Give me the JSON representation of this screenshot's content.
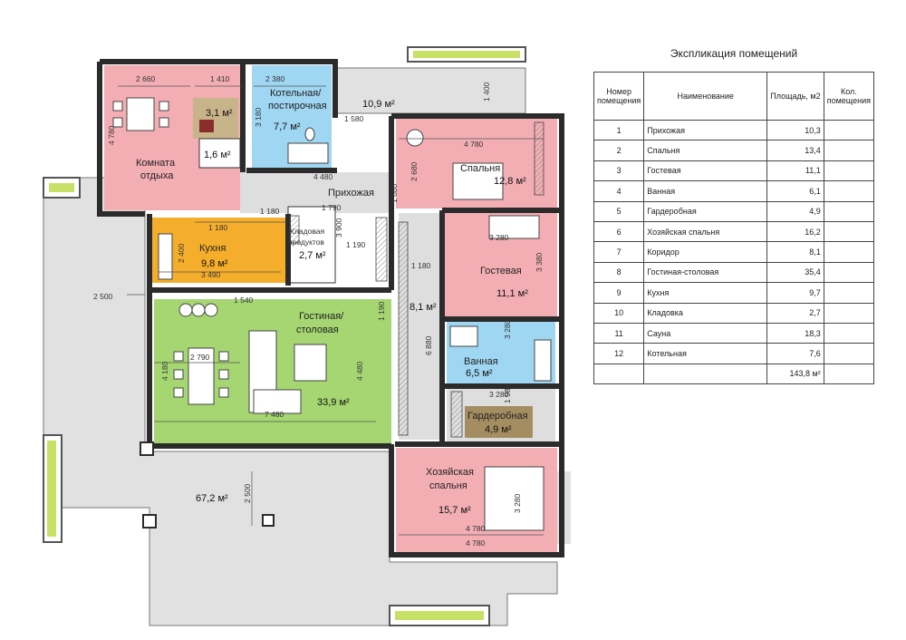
{
  "legend": {
    "title": "Экспликация помещений",
    "headers": {
      "num": "Номер помещения",
      "name": "Наименование",
      "area": "Площадь, м2",
      "count": "Кол. помещения"
    },
    "rows": [
      {
        "num": "1",
        "name": "Прихожая",
        "area": "10,3"
      },
      {
        "num": "2",
        "name": "Спальня",
        "area": "13,4"
      },
      {
        "num": "3",
        "name": "Гостевая",
        "area": "11,1"
      },
      {
        "num": "4",
        "name": "Ванная",
        "area": "6,1"
      },
      {
        "num": "5",
        "name": "Гардеробная",
        "area": "4,9"
      },
      {
        "num": "6",
        "name": "Хозяйская спальня",
        "area": "16,2"
      },
      {
        "num": "7",
        "name": "Коридор",
        "area": "8,1"
      },
      {
        "num": "8",
        "name": "Гостиная-столовая",
        "area": "35,4"
      },
      {
        "num": "9",
        "name": "Кухня",
        "area": "9,7"
      },
      {
        "num": "10",
        "name": "Кладовка",
        "area": "2,7"
      },
      {
        "num": "11",
        "name": "Сауна",
        "area": "18,3"
      },
      {
        "num": "12",
        "name": "Котельная",
        "area": "7,6"
      }
    ],
    "total": "143,8 м²"
  },
  "rooms": {
    "rest_room": {
      "name1": "Комната",
      "name2": "отдыха"
    },
    "sauna_small": {
      "area": "3,1 м²"
    },
    "shower_small": {
      "area": "1,6 м²"
    },
    "boiler": {
      "name1": "Котельная/",
      "name2": "постирочная",
      "area": "7,7 м²"
    },
    "porch_top": {
      "area": "10,9 м²"
    },
    "hall": {
      "name": "Прихожая"
    },
    "bedroom": {
      "name": "Спальня",
      "area": "12,8 м²"
    },
    "kitchen": {
      "name": "Кухня",
      "area": "9,8 м²"
    },
    "pantry": {
      "name1": "Кладовая",
      "name2": "продуктов",
      "area": "2,7 м²"
    },
    "guest": {
      "name": "Гостевая",
      "area": "11,1 м²"
    },
    "living": {
      "name1": "Гостиная/",
      "name2": "столовая",
      "area": "33,9 м²"
    },
    "corridor": {
      "area": "8,1 м²"
    },
    "bath": {
      "name": "Ванная",
      "area": "6,5 м²"
    },
    "wardrobe": {
      "name": "Гардеробная",
      "area": "4,9 м²"
    },
    "master": {
      "name1": "Хозяйская",
      "name2": "спальня",
      "area": "15,7 м²"
    },
    "terrace": {
      "area": "67,2 м²"
    }
  },
  "dimensions": {
    "d2660": "2 660",
    "d1410": "1 410",
    "d2380": "2 380",
    "d4780a": "4 780",
    "d3180": "3 180",
    "d1580": "1 580",
    "d1400": "1 400",
    "d4780b": "4 780",
    "d2680": "2 680",
    "d1180a": "1 180",
    "d1790": "1 790",
    "d4480a": "4 480",
    "d1680": "1 680",
    "d1180b": "1 180",
    "d3900": "3 900",
    "d1190": "1 190",
    "d3280a": "3 280",
    "d3380": "3 380",
    "d2400": "2 400",
    "d3490": "3 490",
    "d1540": "1 540",
    "d2500a": "2 500",
    "d1180c": "1 180",
    "d1190b": "1 190",
    "d6880": "6 880",
    "d2790": "2 790",
    "d4180": "4 180",
    "d4480b": "4 480",
    "d7480": "7 480",
    "d3280b": "3 280",
    "d1980": "1 980",
    "d3280c": "3 280",
    "d4780c": "4 780",
    "d3280d": "3 280",
    "d4780d": "4 780",
    "d2500b": "2 500"
  },
  "colors": {
    "pink": "#f3aeb4",
    "blue": "#9fd6f2",
    "orange": "#f5ae2b",
    "green": "#a6d672",
    "grey": "#e1e1e1",
    "greyLight": "#dedede",
    "tan": "#c8b48a",
    "brown": "#a58d62",
    "planter": "#c8e066",
    "wall": "#2b2b2b"
  }
}
